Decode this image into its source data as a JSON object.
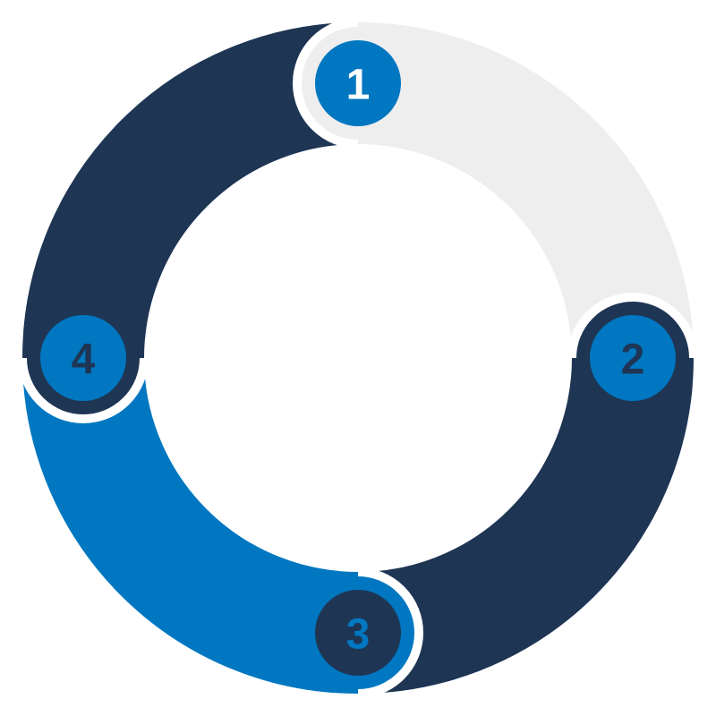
{
  "diagram": {
    "type": "circular-cycle",
    "colors": {
      "gray": "#eeeeee",
      "navy": "#1e3554",
      "blue": "#0077c0",
      "white": "#ffffff"
    },
    "steps": [
      {
        "label": "1",
        "segment_color": "#eeeeee",
        "badge_color": "#0077c0",
        "text_color": "#ffffff"
      },
      {
        "label": "2",
        "segment_color": "#1e3554",
        "badge_color": "#0077c0",
        "text_color": "#1e3554"
      },
      {
        "label": "3",
        "segment_color": "#0077c0",
        "badge_color": "#1e3554",
        "text_color": "#0077c0"
      },
      {
        "label": "4",
        "segment_color": "#1e3554",
        "badge_color": "#0077c0",
        "text_color": "#1e3554"
      }
    ]
  }
}
